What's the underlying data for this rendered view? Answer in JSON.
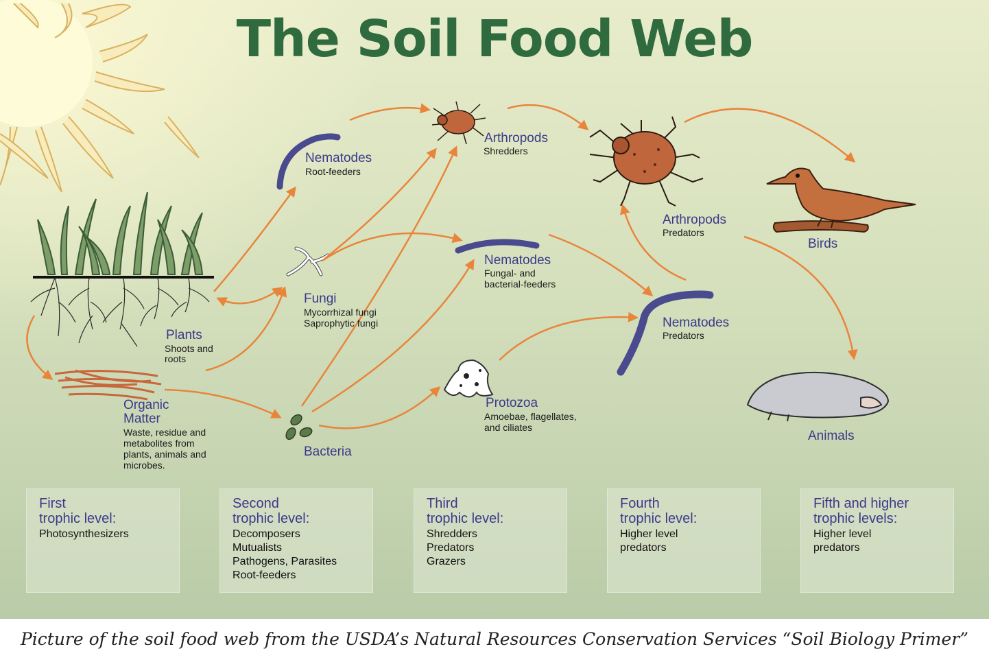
{
  "title": "The Soil Food Web",
  "nodes": {
    "plants": {
      "name": "Plants",
      "sub": [
        "Shoots and",
        "roots"
      ]
    },
    "organic_matter": {
      "name": [
        "Organic",
        "Matter"
      ],
      "sub": [
        "Waste, residue and",
        "metabolites from",
        "plants, animals and",
        "microbes."
      ]
    },
    "nematodes_root": {
      "name": "Nematodes",
      "sub": [
        "Root-feeders"
      ]
    },
    "fungi": {
      "name": "Fungi",
      "sub": [
        "Mycorrhizal fungi",
        "Saprophytic fungi"
      ]
    },
    "bacteria": {
      "name": "Bacteria"
    },
    "arthropods_shredders": {
      "name": "Arthropods",
      "sub": [
        "Shredders"
      ]
    },
    "nematodes_fungal": {
      "name": "Nematodes",
      "sub": [
        "Fungal- and",
        "bacterial-feeders"
      ]
    },
    "protozoa": {
      "name": "Protozoa",
      "sub": [
        "Amoebae, flagellates,",
        "and ciliates"
      ]
    },
    "arthropods_predators": {
      "name": "Arthropods",
      "sub": [
        "Predators"
      ]
    },
    "nematodes_predators": {
      "name": "Nematodes",
      "sub": [
        "Predators"
      ]
    },
    "birds": {
      "name": "Birds"
    },
    "animals": {
      "name": "Animals"
    }
  },
  "levels": [
    {
      "heading": [
        "First",
        "trophic level:"
      ],
      "items": [
        "Photosynthesizers"
      ]
    },
    {
      "heading": [
        "Second",
        "trophic level:"
      ],
      "items": [
        "Decomposers",
        "Mutualists",
        "Pathogens, Parasites",
        "Root-feeders"
      ]
    },
    {
      "heading": [
        "Third",
        "trophic level:"
      ],
      "items": [
        "Shredders",
        "Predators",
        "Grazers"
      ]
    },
    {
      "heading": [
        "Fourth",
        "trophic level:"
      ],
      "items": [
        "Higher level",
        "predators"
      ]
    },
    {
      "heading": [
        "Fifth and higher",
        "trophic levels:"
      ],
      "items": [
        "Higher level",
        "predators"
      ]
    }
  ],
  "caption": "Picture of the soil food web from the USDA’s Natural Resources Conservation Services “Soil Biology Primer”",
  "colors": {
    "title": "#2f6b3e",
    "label": "#3b3a8a",
    "arrow": "#e8853a",
    "organism": "#b5643a",
    "nematode": "#4a4a8e"
  }
}
